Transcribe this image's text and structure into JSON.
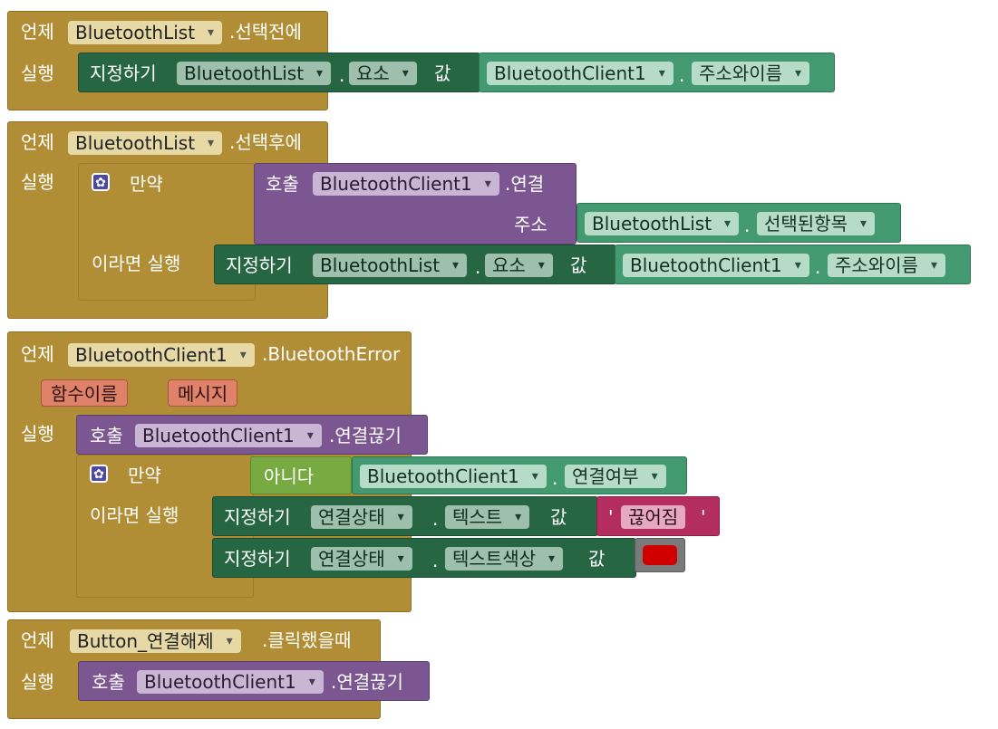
{
  "common": {
    "when": "언제",
    "do": "실행",
    "set": "지정하기",
    "to": "값",
    "call": "호출",
    "if": "만약",
    "then_do": "이라면 실행",
    "dot": "."
  },
  "event1": {
    "component": "BluetoothList",
    "event": ".선택전에",
    "set_component": "BluetoothList",
    "set_property": "요소",
    "value_component": "BluetoothClient1",
    "value_property": "주소와이름"
  },
  "event2": {
    "component": "BluetoothList",
    "event": ".선택후에",
    "call_component": "BluetoothClient1",
    "call_method": ".연결",
    "address_label": "주소",
    "address_component": "BluetoothList",
    "address_property": "선택된항목",
    "set_component": "BluetoothList",
    "set_property": "요소",
    "value_component": "BluetoothClient1",
    "value_property": "주소와이름"
  },
  "event3": {
    "component": "BluetoothClient1",
    "event": ".BluetoothError",
    "param1": "함수이름",
    "param2": "메시지",
    "call_component": "BluetoothClient1",
    "call_method": ".연결끊기",
    "not_label": "아니다",
    "cond_component": "BluetoothClient1",
    "cond_property": "연결여부",
    "set1_component": "연결상태",
    "set1_property": "텍스트",
    "set1_quote_open": "'",
    "set1_text": "끊어짐",
    "set1_quote_close": "'",
    "set2_component": "연결상태",
    "set2_property": "텍스트색상",
    "set2_color": "#d10000"
  },
  "event4": {
    "component": "Button_연결해제",
    "event": ".클릭했을때",
    "call_component": "BluetoothClient1",
    "call_method": ".연결끊기"
  }
}
